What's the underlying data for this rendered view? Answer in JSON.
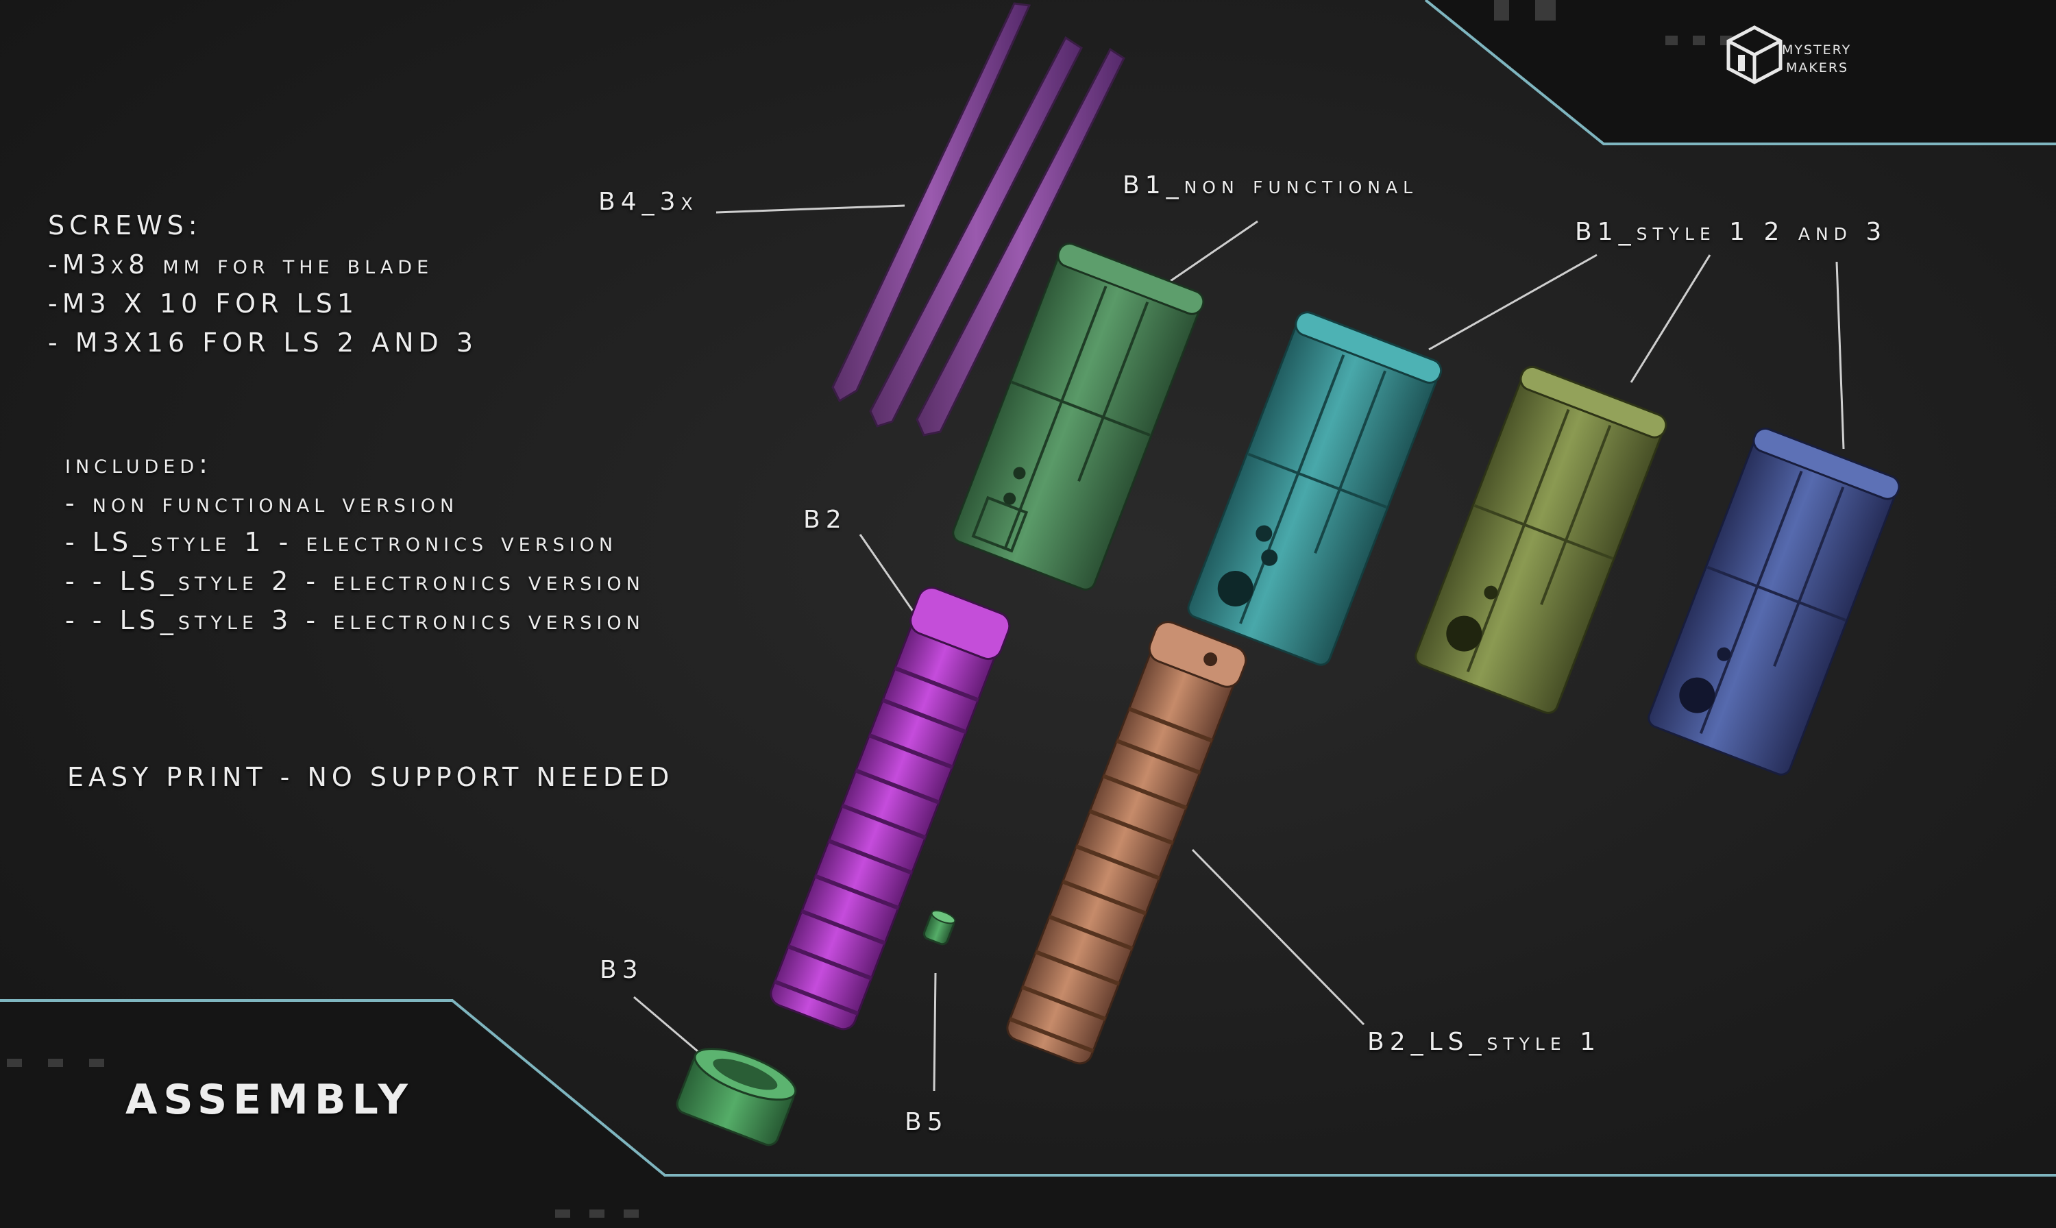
{
  "screws": {
    "heading": "SCREWS:",
    "line1": "-M3x8 mm for the blade",
    "line2": "-M3 X 10 FOR LS1",
    "line3": "- M3X16 FOR LS 2 AND 3"
  },
  "included": {
    "heading": "included:",
    "item1": "- non functional version",
    "item2": "- LS_style 1 - electronics version",
    "item3": "- - LS_style 2 - electronics version",
    "item4": "- - LS_style 3 - electronics version"
  },
  "easy_print": "EASY PRINT - NO SUPPORT NEEDED",
  "title": "ASSEMBLY",
  "logo": {
    "line1": "MYSTERY",
    "line2": "MAKERS"
  },
  "labels": {
    "b4": "B4_3x",
    "b1_non_functional": "B1_non functional",
    "b1_style": "B1_style 1  2 and 3",
    "b2": "B2",
    "b3": "B3",
    "b5": "B5",
    "b2_ls_style": "B2_LS_style 1"
  },
  "colors": {
    "background": "#1f1f1f",
    "accent_line": "#7fb6c0",
    "purple_blade": "#8a4f9a",
    "green_grip": "#4f8a5c",
    "teal_grip": "#3f9a9c",
    "olive_grip": "#7d8a48",
    "blue_grip": "#4a5a9c",
    "magenta_handle": "#b23fc8",
    "copper_handle": "#b57a5c",
    "green_cap": "#4a9a5c"
  },
  "icons": [
    "mystery-makers-logo-icon"
  ]
}
